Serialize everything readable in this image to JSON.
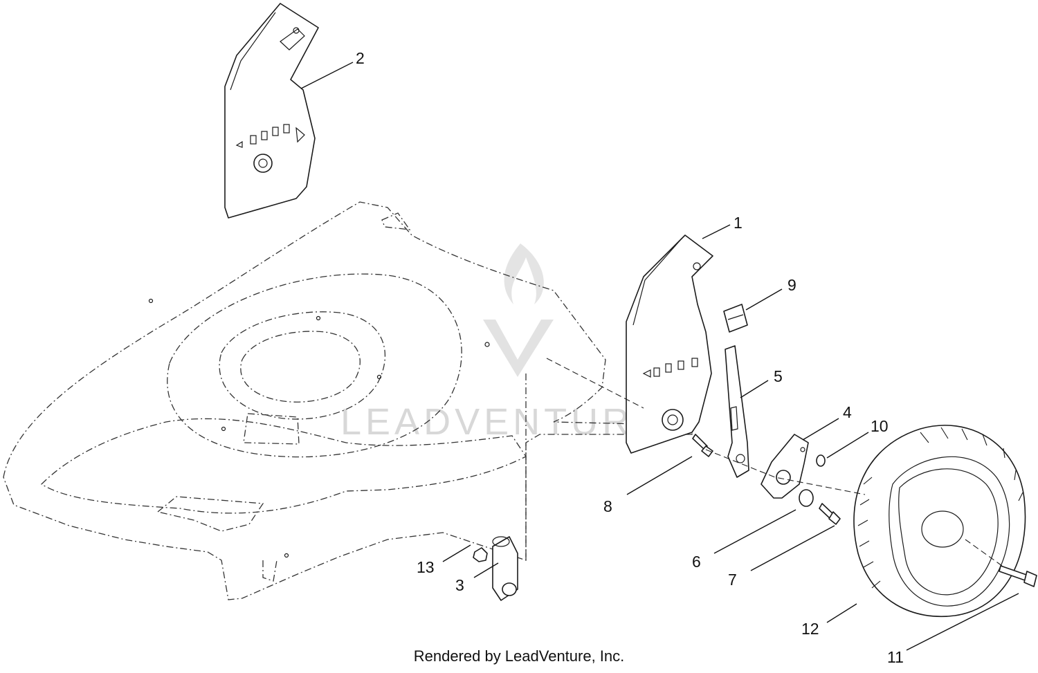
{
  "watermark": "LEADVENTURE",
  "footer": "Rendered by LeadVenture, Inc.",
  "callouts": [
    {
      "id": "c1",
      "label": "1"
    },
    {
      "id": "c2",
      "label": "2"
    },
    {
      "id": "c3",
      "label": "3"
    },
    {
      "id": "c4",
      "label": "4"
    },
    {
      "id": "c5",
      "label": "5"
    },
    {
      "id": "c6",
      "label": "6"
    },
    {
      "id": "c7",
      "label": "7"
    },
    {
      "id": "c8",
      "label": "8"
    },
    {
      "id": "c9",
      "label": "9"
    },
    {
      "id": "c10",
      "label": "10"
    },
    {
      "id": "c11",
      "label": "11"
    },
    {
      "id": "c12",
      "label": "12"
    },
    {
      "id": "c13",
      "label": "13"
    }
  ]
}
